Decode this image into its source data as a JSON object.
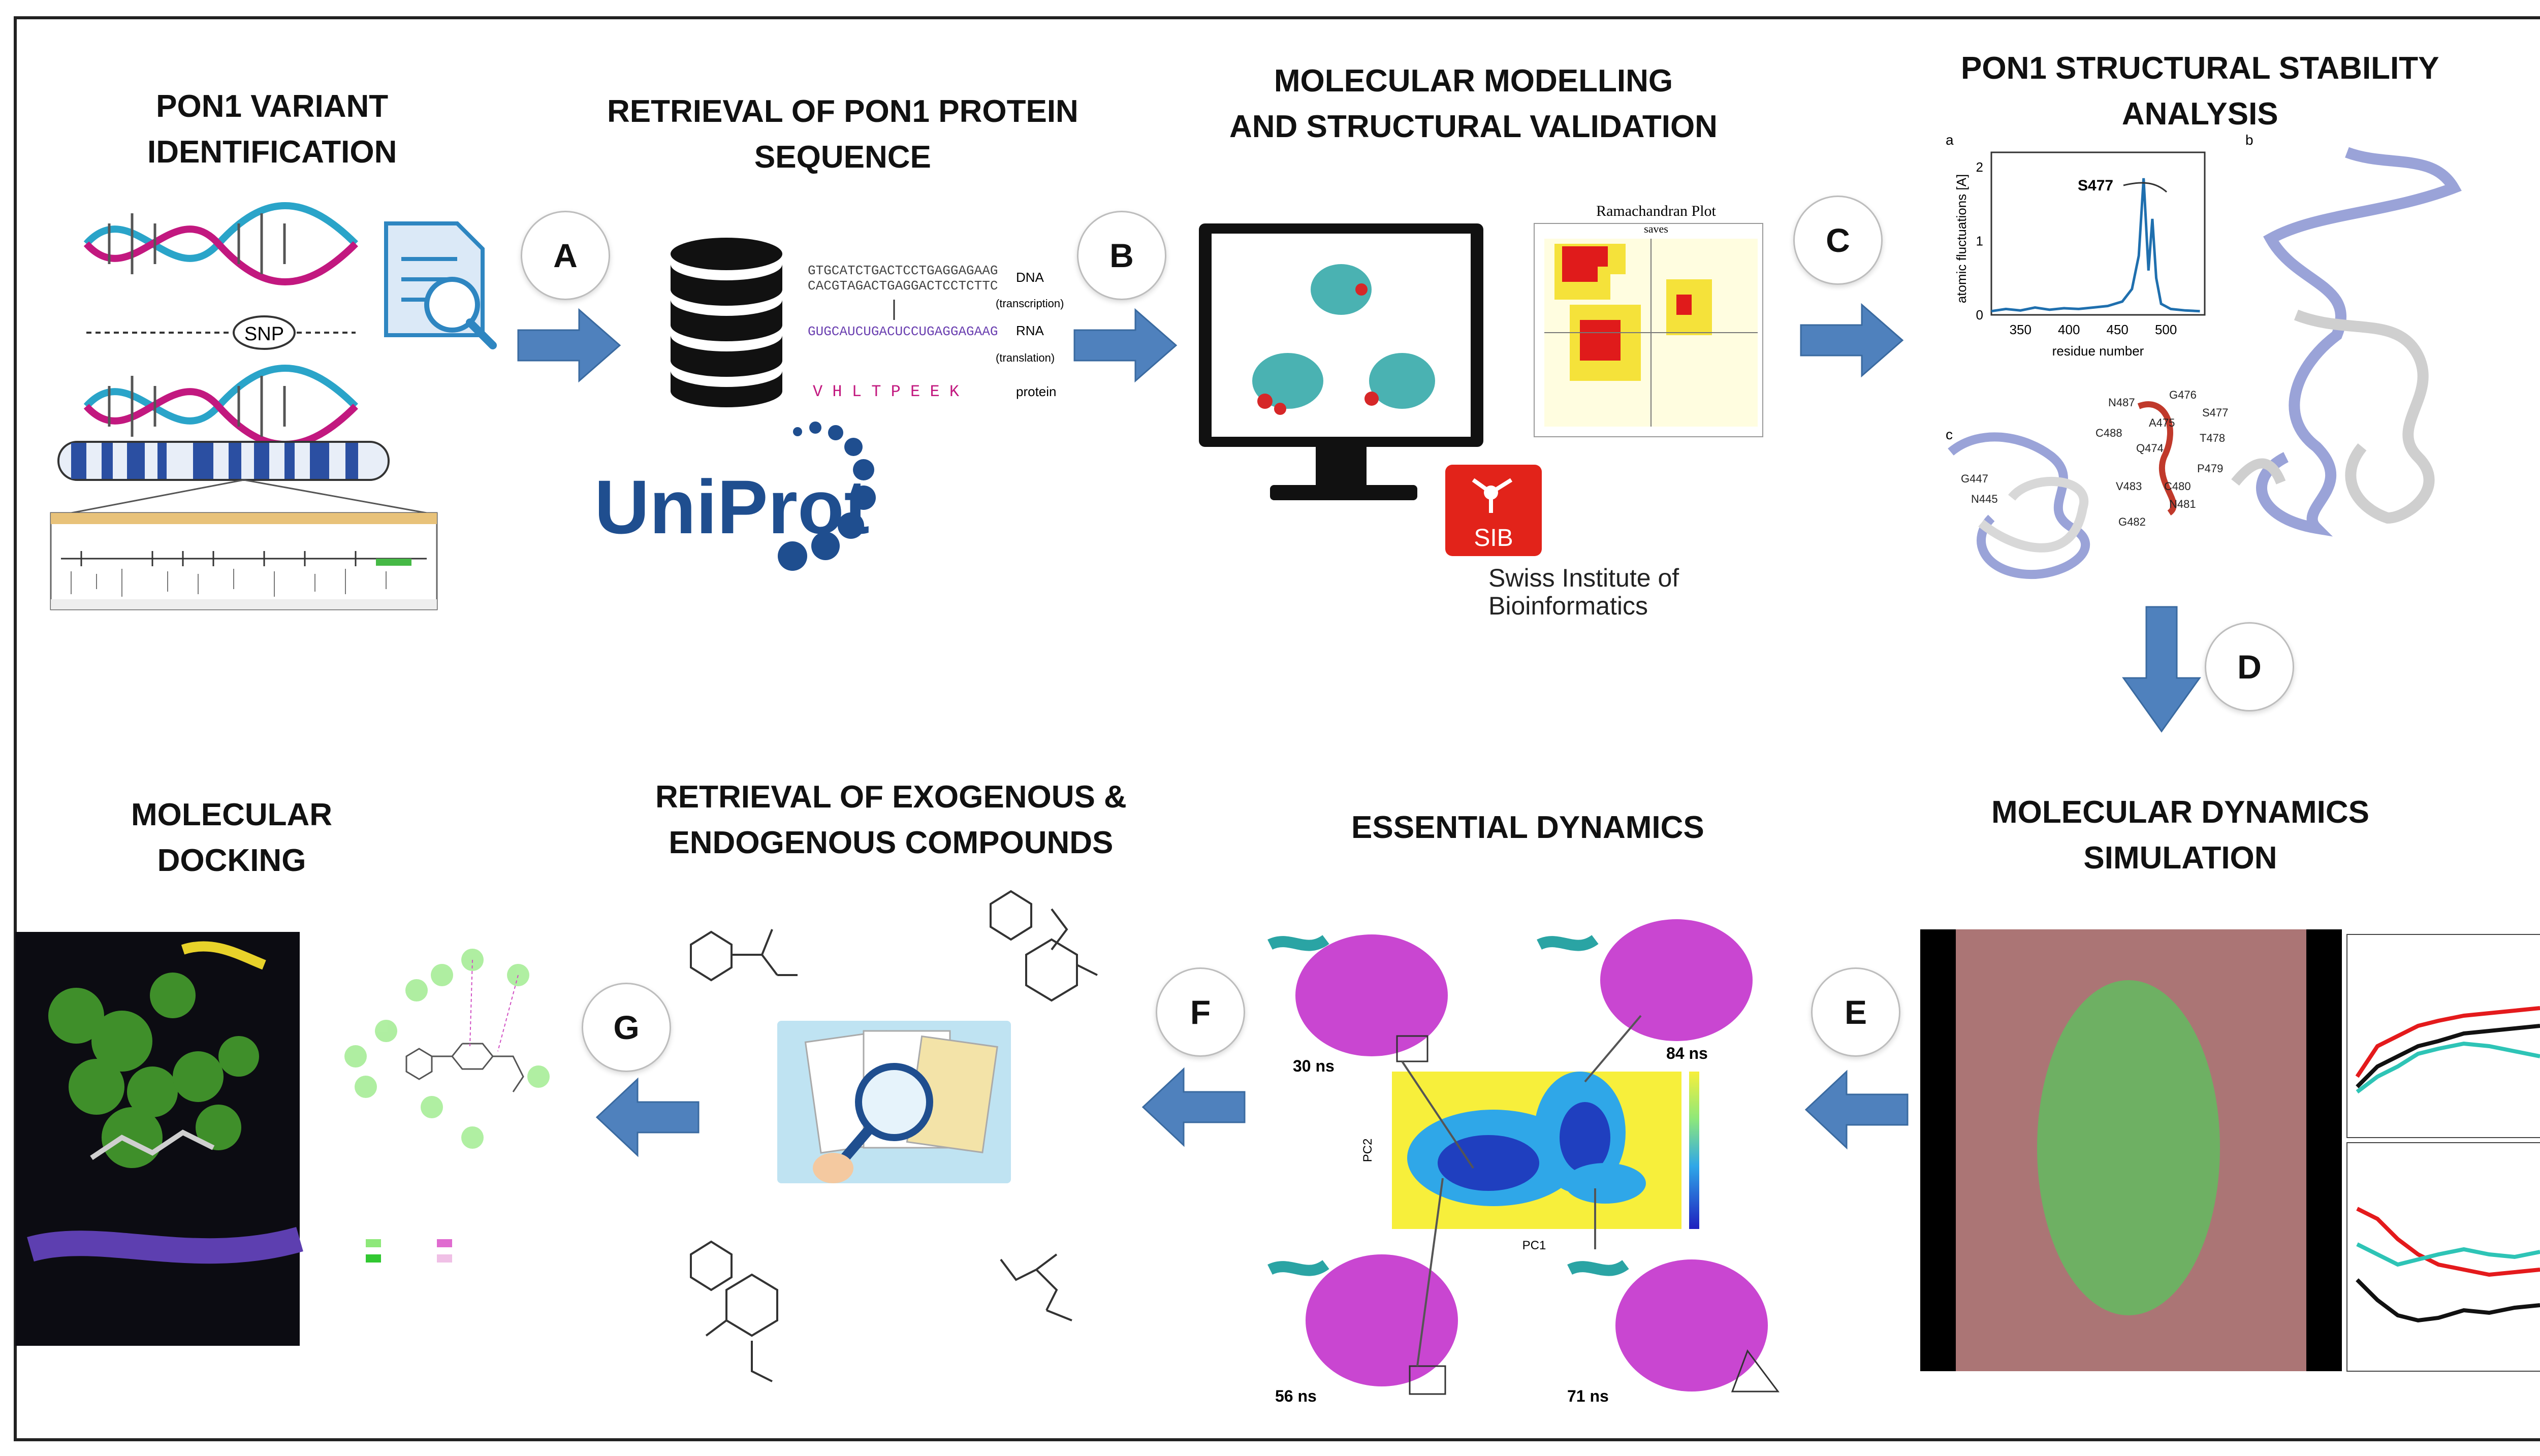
{
  "colors": {
    "arrow_blue": "#4f81bd",
    "uniprot_blue": "#1f4e8f",
    "sib_red": "#e2231a",
    "helix_pink": "#c2187f",
    "helix_teal": "#1d8a8a",
    "protein_magenta": "#c026c9",
    "protein_teal": "#2aa4a4",
    "md_green": "#3aa63a",
    "heatmap_blue": "#1f3fbf",
    "heatmap_yellow": "#f7ef3b"
  },
  "stages": [
    {
      "id": "pon1_variant",
      "title_lines": [
        "PON1 VARIANT",
        "IDENTIFICATION"
      ]
    },
    {
      "id": "retrieval_sequence",
      "title_lines": [
        "RETRIEVAL OF PON1 PROTEIN",
        "SEQUENCE"
      ]
    },
    {
      "id": "modelling",
      "title_lines": [
        "MOLECULAR MODELLING",
        "AND STRUCTURAL VALIDATION"
      ]
    },
    {
      "id": "stability",
      "title_lines": [
        "PON1 STRUCTURAL STABILITY",
        "ANALYSIS"
      ]
    },
    {
      "id": "md_simulation",
      "title_lines": [
        "MOLECULAR DYNAMICS",
        "SIMULATION"
      ]
    },
    {
      "id": "essential_dynamics",
      "title_lines": [
        "ESSENTIAL DYNAMICS"
      ]
    },
    {
      "id": "retrieval_compounds",
      "title_lines": [
        "RETRIEVAL OF EXOGENOUS &",
        "ENDOGENOUS  COMPOUNDS"
      ]
    },
    {
      "id": "docking",
      "title_lines": [
        "MOLECULAR",
        "DOCKING"
      ]
    }
  ],
  "steps": [
    "A",
    "B",
    "C",
    "D",
    "E",
    "F",
    "G"
  ],
  "labels": {
    "snp": "SNP",
    "uniprot": "UniProt",
    "sib_logo": "SIB",
    "sib_line1": "Swiss Institute of",
    "sib_line2": "Bioinformatics",
    "dna_top": "GTGCATCTGACTCCTGAGGAGAAG",
    "dna_bottom": "CACGTAGACTGAGGACTCCTCTTC",
    "dna": "DNA",
    "transcription": "(transcription)",
    "rna_seq": "GUGCAUCUGACUCCUGAGGAGAAG",
    "rna": "RNA",
    "translation": "(translation)",
    "protein_seq": "V H L T P E E K",
    "protein": "protein",
    "rama_title": "Ramachandran Plot",
    "rama_sub": "saves",
    "panel_a": "a",
    "panel_b": "b",
    "panel_c": "c",
    "s477": "S477",
    "fluct_ylabel": "atomic fluctuations [A]",
    "fluct_xlabel": "residue number",
    "residues": [
      "N487",
      "G476",
      "S477",
      "C488",
      "A475",
      "T478",
      "Q474",
      "G447",
      "C480",
      "P479",
      "N445",
      "V483",
      "N481",
      "G482"
    ],
    "ns30": "30 ns",
    "ns84": "84 ns",
    "ns56": "56 ns",
    "ns71": "71 ns",
    "pc1": "PC1",
    "pc2": "PC2"
  },
  "chart_data": {
    "type": "line",
    "title": "",
    "xlabel": "residue number",
    "ylabel": "atomic fluctuations [A]",
    "xlim": [
      320,
      540
    ],
    "ylim": [
      0,
      2.2
    ],
    "xticks": [
      350,
      400,
      450,
      500
    ],
    "yticks": [
      0,
      1,
      2
    ],
    "annotation": {
      "label": "S477",
      "x": 477,
      "y": 1.85
    },
    "series": [
      {
        "x": [
          320,
          335,
          350,
          365,
          380,
          395,
          410,
          425,
          440,
          455,
          465,
          472,
          477,
          482,
          486,
          490,
          495,
          505,
          520,
          535
        ],
        "y": [
          0.05,
          0.08,
          0.06,
          0.1,
          0.07,
          0.09,
          0.08,
          0.1,
          0.12,
          0.18,
          0.35,
          0.8,
          1.85,
          0.6,
          1.3,
          0.5,
          0.15,
          0.08,
          0.06,
          0.05
        ]
      }
    ]
  }
}
